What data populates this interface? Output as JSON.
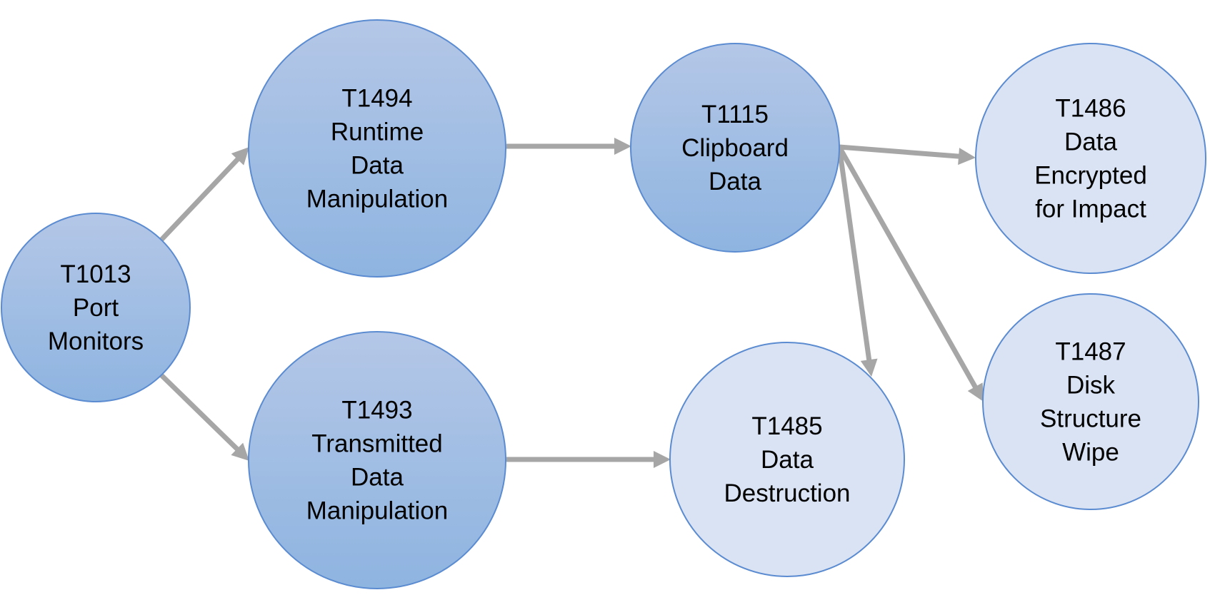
{
  "nodes": [
    {
      "id": "t1013",
      "label_lines": [
        "T1013",
        "Port",
        "Monitors"
      ],
      "style": "dark"
    },
    {
      "id": "t1494",
      "label_lines": [
        "T1494",
        "Runtime",
        "Data",
        "Manipulation"
      ],
      "style": "dark"
    },
    {
      "id": "t1493",
      "label_lines": [
        "T1493",
        "Transmitted",
        "Data",
        "Manipulation"
      ],
      "style": "dark"
    },
    {
      "id": "t1115",
      "label_lines": [
        "T1115",
        "Clipboard",
        "Data"
      ],
      "style": "dark"
    },
    {
      "id": "t1485",
      "label_lines": [
        "T1485",
        "Data",
        "Destruction"
      ],
      "style": "light"
    },
    {
      "id": "t1486",
      "label_lines": [
        "T1486",
        "Data",
        "Encrypted",
        "for Impact"
      ],
      "style": "light"
    },
    {
      "id": "t1487",
      "label_lines": [
        "T1487",
        "Disk",
        "Structure",
        "Wipe"
      ],
      "style": "light"
    }
  ],
  "edges": [
    {
      "from": "t1013",
      "to": "t1494"
    },
    {
      "from": "t1013",
      "to": "t1493"
    },
    {
      "from": "t1494",
      "to": "t1115"
    },
    {
      "from": "t1493",
      "to": "t1485"
    },
    {
      "from": "t1115",
      "to": "t1486"
    },
    {
      "from": "t1115",
      "to": "t1485"
    },
    {
      "from": "t1115",
      "to": "t1487"
    }
  ],
  "colors": {
    "dark_fill_top": "#b4c7e7",
    "dark_fill_bottom": "#8eb4e0",
    "light_fill": "#dae3f3",
    "node_stroke": "#5b8bd0",
    "edge": "#a6a6a6"
  }
}
